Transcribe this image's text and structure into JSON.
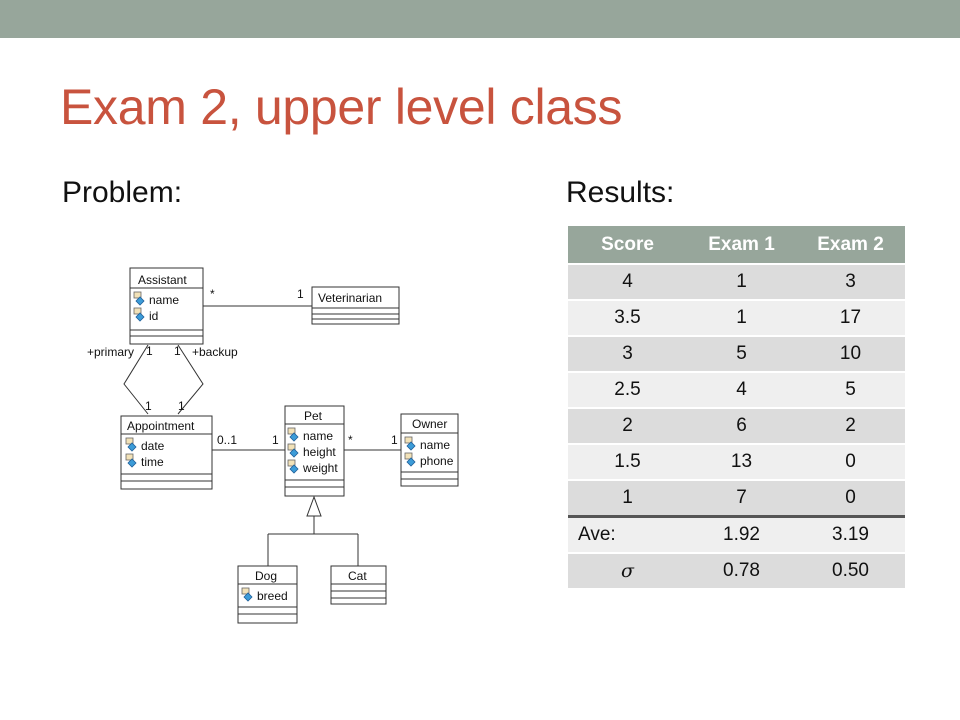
{
  "slide": {
    "title": "Exam 2, upper level class",
    "problem_label": "Problem:",
    "results_label": "Results:"
  },
  "uml": {
    "classes": {
      "assistant": {
        "name": "Assistant",
        "attrs": [
          "name",
          "id"
        ]
      },
      "veterinarian": {
        "name": "Veterinarian",
        "attrs": []
      },
      "appointment": {
        "name": "Appointment",
        "attrs": [
          "date",
          "time"
        ]
      },
      "pet": {
        "name": "Pet",
        "attrs": [
          "name",
          "height",
          "weight"
        ]
      },
      "owner": {
        "name": "Owner",
        "attrs": [
          "name",
          "phone"
        ]
      },
      "dog": {
        "name": "Dog",
        "attrs": [
          "breed"
        ]
      },
      "cat": {
        "name": "Cat",
        "attrs": []
      }
    },
    "labels": {
      "assist_vet_star": "*",
      "assist_vet_one": "1",
      "primary": "+primary",
      "primary_one": "1",
      "backup_one": "1",
      "backup": "+backup",
      "appt_left_one": "1",
      "appt_right_one": "1",
      "appt_pet_zero_one": "0..1",
      "appt_pet_one": "1",
      "pet_owner_star": "*",
      "pet_owner_one": "1"
    }
  },
  "results": {
    "headers": [
      "Score",
      "Exam 1",
      "Exam 2"
    ],
    "rows": [
      [
        "4",
        "1",
        "3"
      ],
      [
        "3.5",
        "1",
        "17"
      ],
      [
        "3",
        "5",
        "10"
      ],
      [
        "2.5",
        "4",
        "5"
      ],
      [
        "2",
        "6",
        "2"
      ],
      [
        "1.5",
        "13",
        "0"
      ],
      [
        "1",
        "7",
        "0"
      ]
    ],
    "ave": {
      "label": "Ave:",
      "exam1": "1.92",
      "exam2": "3.19"
    },
    "sigma": {
      "label": "σ",
      "exam1": "0.78",
      "exam2": "0.50"
    }
  }
}
